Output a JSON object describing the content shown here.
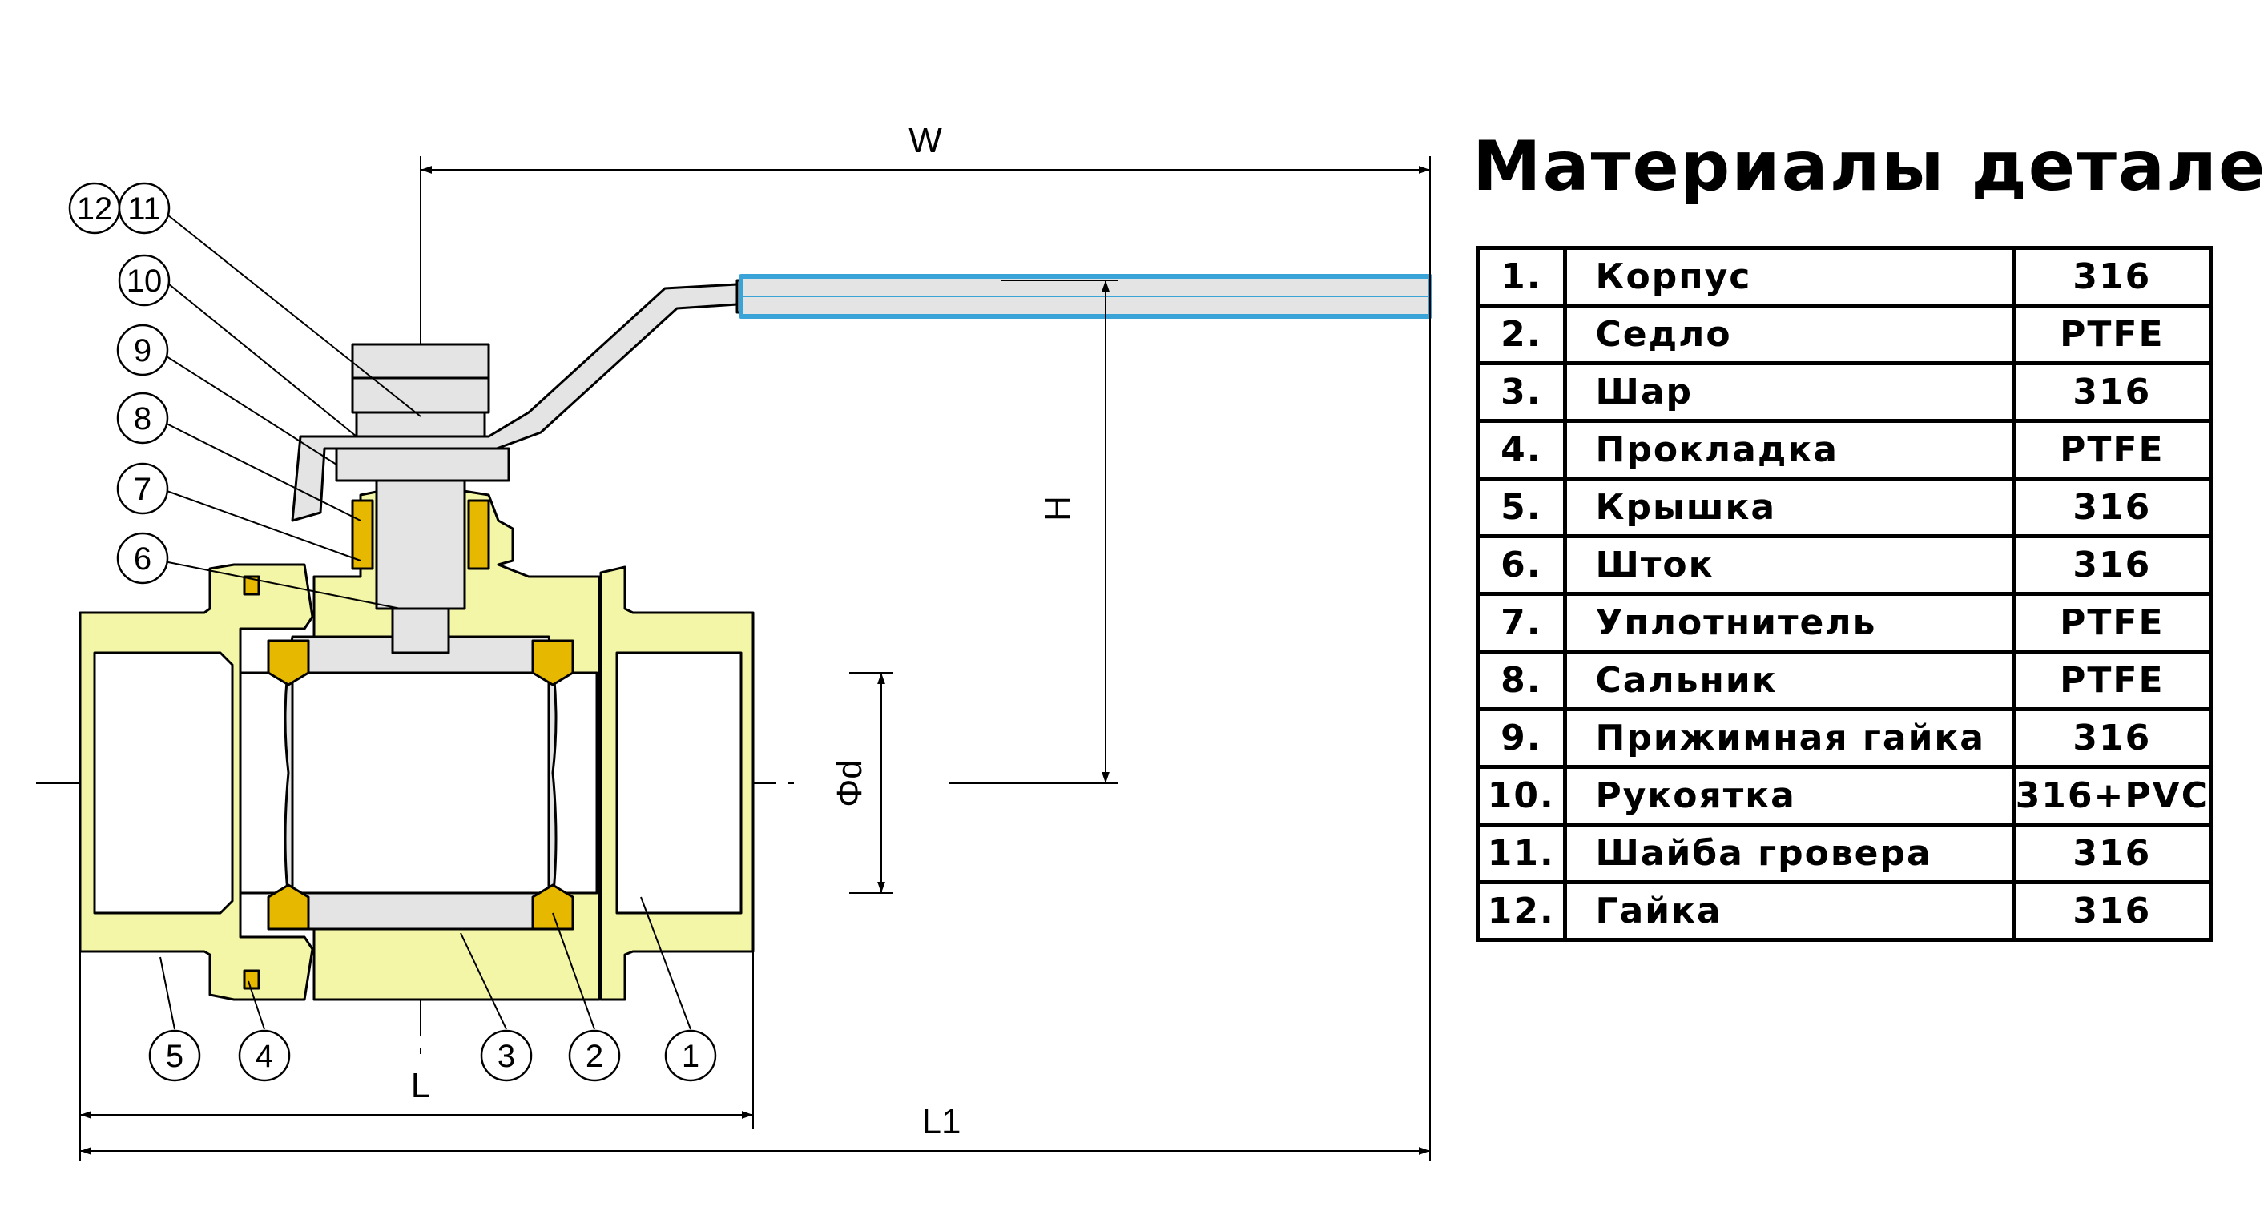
{
  "dimensions": {
    "w": "W",
    "h": "H",
    "d": "Φd",
    "l": "L",
    "l1": "L1"
  },
  "callouts": [
    "1",
    "2",
    "3",
    "4",
    "5",
    "6",
    "7",
    "8",
    "9",
    "10",
    "11",
    "12"
  ],
  "colors": {
    "body_fill": "#f3f6a6",
    "seal_fill": "#e6b800",
    "steel_fill": "#e0e0e0",
    "handle_grip": "#3aa3d8",
    "line": "#000000"
  },
  "table": {
    "title": "Материалы деталей:",
    "rows": [
      {
        "num": "1.",
        "name": "Корпус",
        "material": "316"
      },
      {
        "num": "2.",
        "name": "Седло",
        "material": "PTFE"
      },
      {
        "num": "3.",
        "name": "Шар",
        "material": "316"
      },
      {
        "num": "4.",
        "name": "Прокладка",
        "material": "PTFE"
      },
      {
        "num": "5.",
        "name": "Крышка",
        "material": "316"
      },
      {
        "num": "6.",
        "name": "Шток",
        "material": "316"
      },
      {
        "num": "7.",
        "name": "Уплотнитель",
        "material": "PTFE"
      },
      {
        "num": "8.",
        "name": "Сальник",
        "material": "PTFE"
      },
      {
        "num": "9.",
        "name": "Прижимная гайка",
        "material": "316"
      },
      {
        "num": "10.",
        "name": "Рукоятка",
        "material": "316+PVC"
      },
      {
        "num": "11.",
        "name": "Шайба гровера",
        "material": "316"
      },
      {
        "num": "12.",
        "name": "Гайка",
        "material": "316"
      }
    ]
  }
}
